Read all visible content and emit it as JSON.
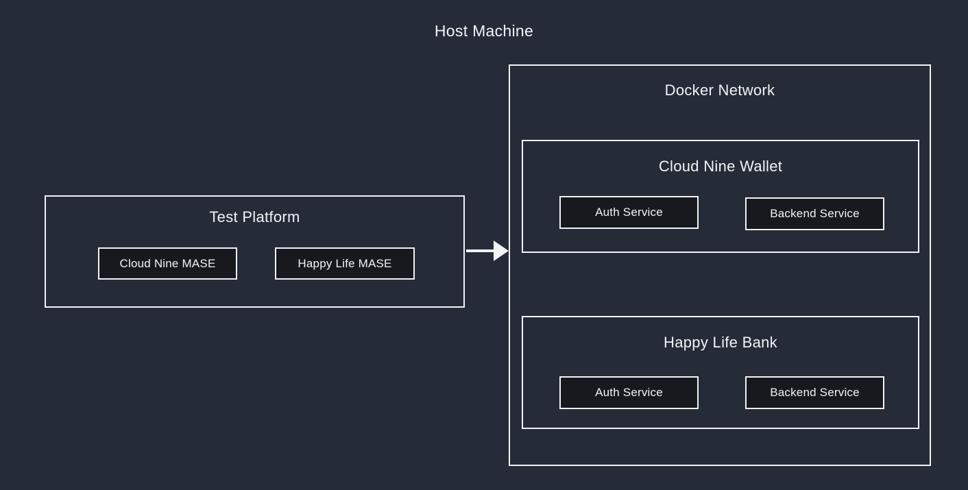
{
  "title": "Host Machine",
  "test_platform": {
    "title": "Test Platform",
    "nodes": [
      "Cloud Nine MASE",
      "Happy Life MASE"
    ]
  },
  "docker_network": {
    "title": "Docker Network",
    "groups": [
      {
        "title": "Cloud Nine Wallet",
        "services": [
          "Auth Service",
          "Backend Service"
        ]
      },
      {
        "title": "Happy Life Bank",
        "services": [
          "Auth Service",
          "Backend Service"
        ]
      }
    ]
  },
  "connector": {
    "icon": "arrow-right-icon",
    "from": "Test Platform",
    "to": "Docker Network"
  },
  "colors": {
    "background": "#262B38",
    "node_fill": "#17191F",
    "line": "#F2F3F5",
    "text": "#F2F3F5"
  }
}
